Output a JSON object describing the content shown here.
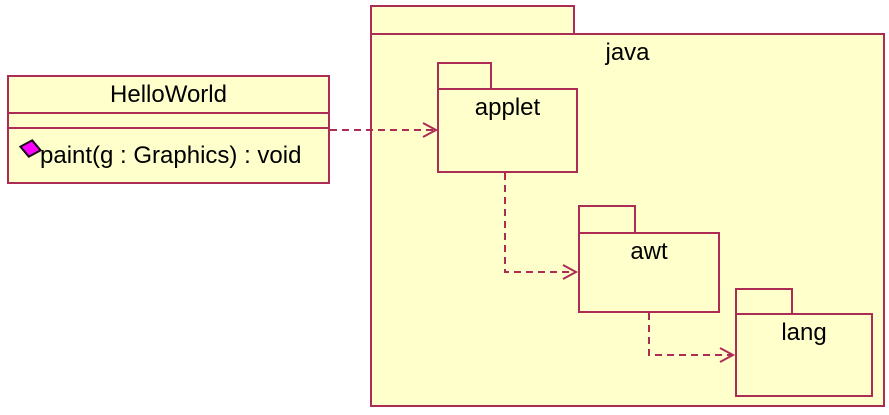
{
  "colors": {
    "border": "#AC2C55",
    "fill": "#FFFFCC",
    "diamond": "#FF00FF",
    "text": "#000000",
    "canvas": "#FFFFFF"
  },
  "class_box": {
    "name": "HelloWorld",
    "attributes": [],
    "operations": [
      {
        "icon": "operation-diamond-icon",
        "signature": "paint(g : Graphics) : void"
      }
    ],
    "operation": "paint(g : Graphics) : void"
  },
  "packages": {
    "java": {
      "label": "java"
    },
    "applet": {
      "label": "applet"
    },
    "awt": {
      "label": "awt"
    },
    "lang": {
      "label": "lang"
    }
  },
  "dependencies": [
    {
      "from": "HelloWorld",
      "to": "applet",
      "style": "dashed-arrow"
    },
    {
      "from": "applet",
      "to": "awt",
      "style": "dashed-arrow"
    },
    {
      "from": "awt",
      "to": "lang",
      "style": "dashed-arrow"
    }
  ]
}
